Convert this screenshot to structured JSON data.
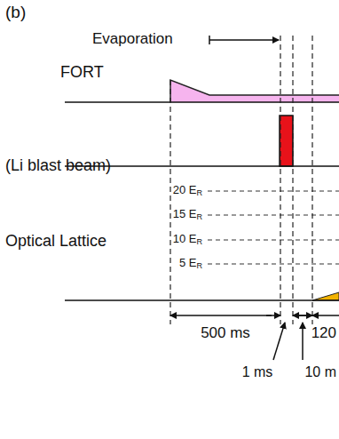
{
  "diagram": {
    "labels": [
      "(b)",
      "Evaporation",
      "FORT",
      "(Li blast beam)",
      "20 ER",
      "15 ER",
      "10 ER",
      "5 ER",
      "Optical Lattice",
      "500 ms",
      "1 ms",
      "10 m",
      "120"
    ]
  }
}
